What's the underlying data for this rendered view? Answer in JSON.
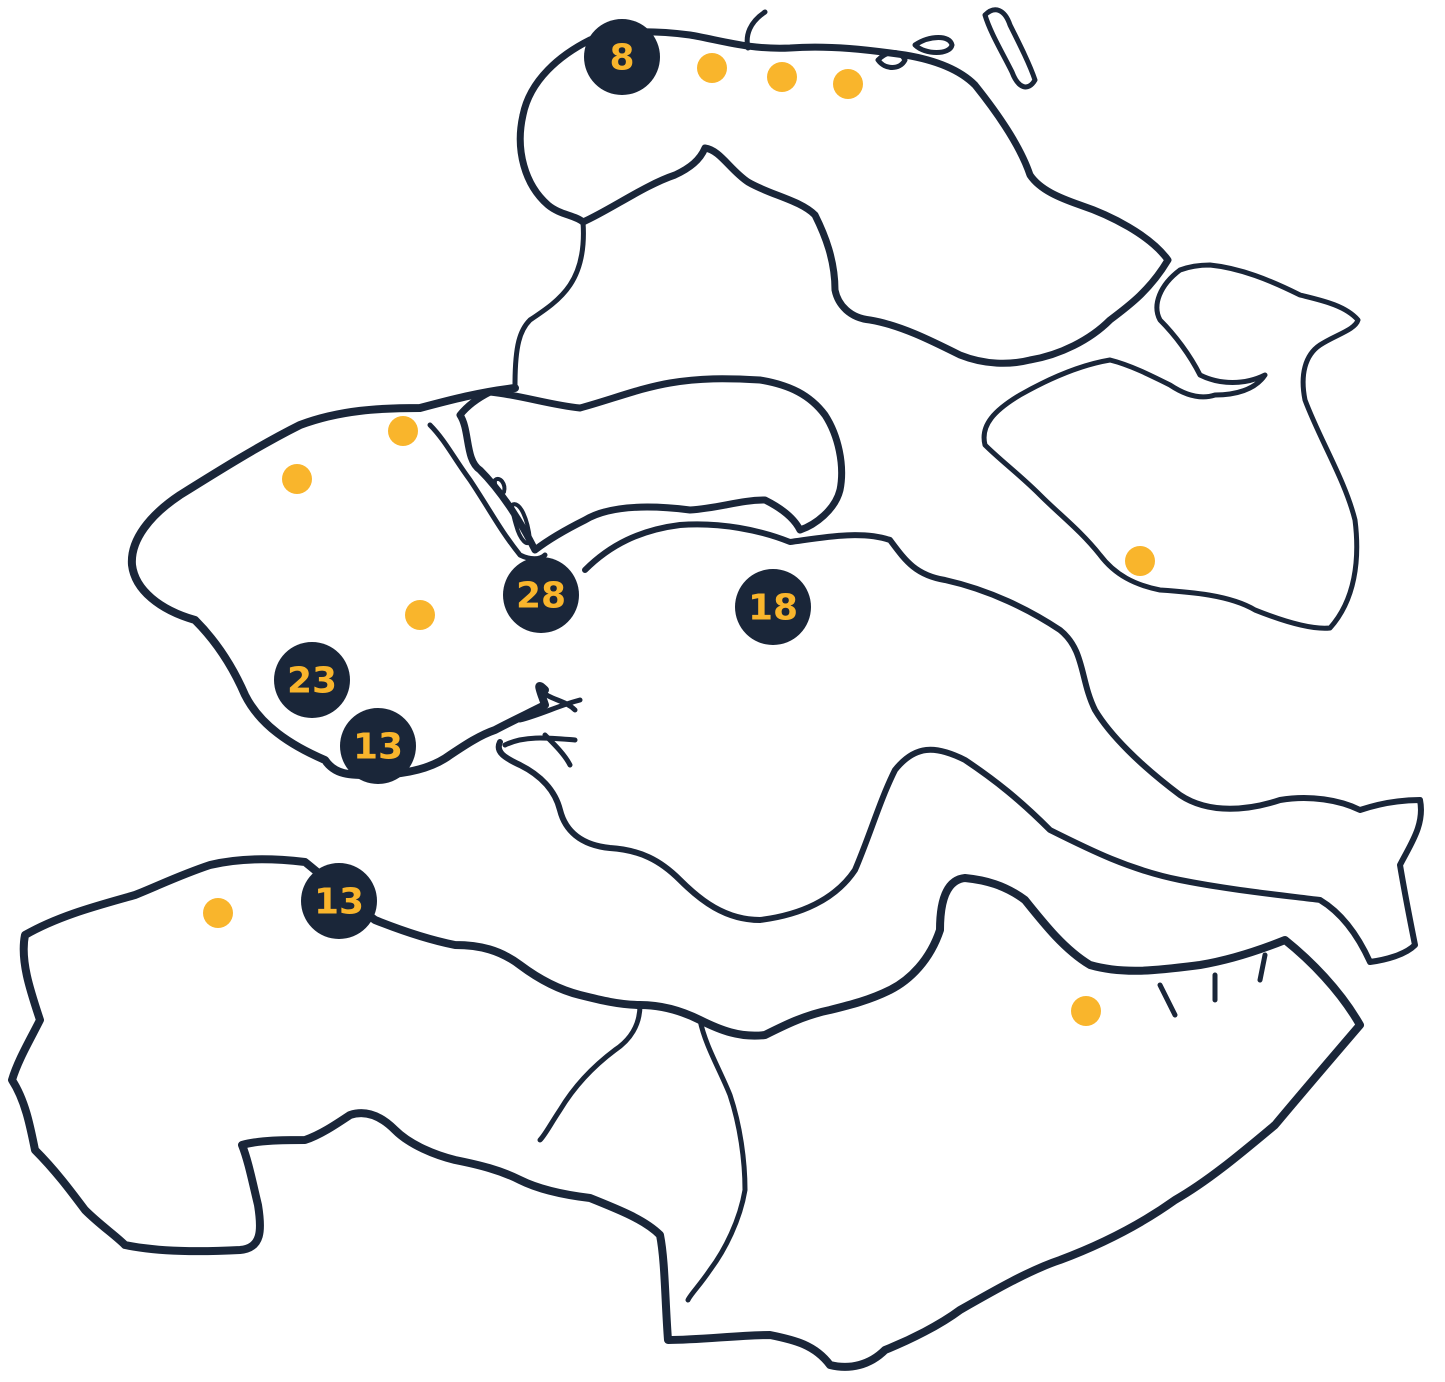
{
  "map": {
    "colors": {
      "outline": "#1a2639",
      "badge_fill": "#1a2639",
      "badge_text": "#f9b52c",
      "dot": "#f9b52c",
      "background": "#ffffff"
    },
    "badges": [
      {
        "label": "8"
      },
      {
        "label": "28"
      },
      {
        "label": "18"
      },
      {
        "label": "23"
      },
      {
        "label": "13"
      },
      {
        "label": "13"
      }
    ],
    "dots_count_note": ""
  }
}
